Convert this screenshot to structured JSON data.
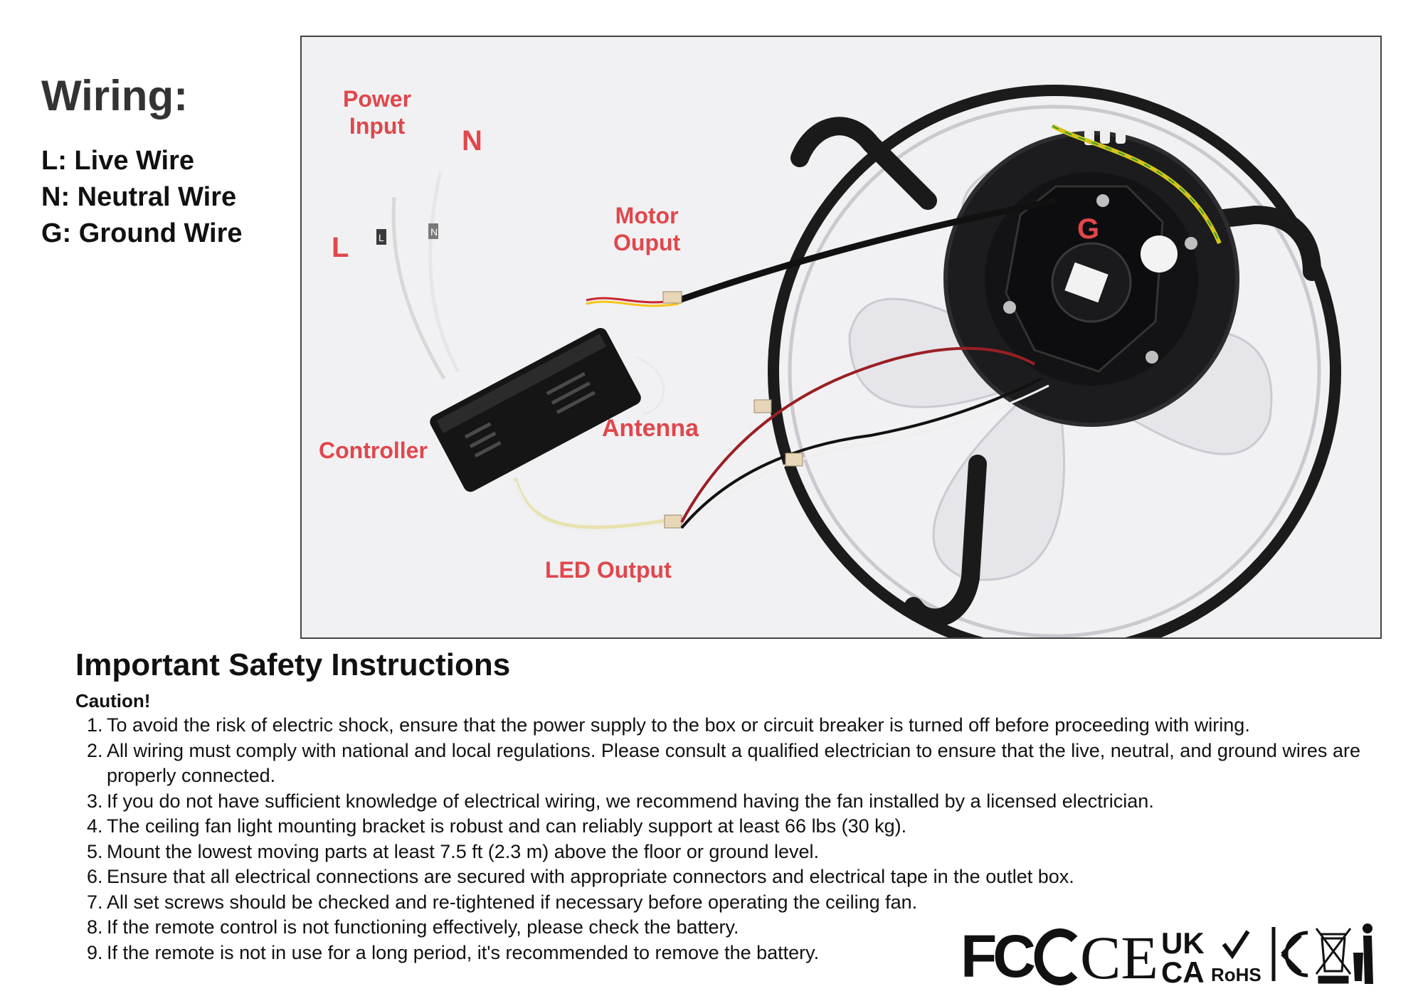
{
  "wiring": {
    "title": "Wiring:",
    "legend": [
      "L: Live Wire",
      "N: Neutral Wire",
      "G: Ground Wire"
    ]
  },
  "photo": {
    "callouts": {
      "power_input": [
        "Power",
        "Input"
      ],
      "n": "N",
      "l": "L",
      "motor_output": [
        "Motor",
        "Ouput"
      ],
      "g": "G",
      "antenna": "Antenna",
      "controller": "Controller",
      "led_output": "LED Output"
    },
    "tag_l": "L",
    "tag_n": "N",
    "label_color": "#e0474c"
  },
  "safety": {
    "title": "Important Safety Instructions",
    "caution": "Caution!",
    "items": [
      {
        "num": "1.",
        "text": "To avoid the risk of electric shock, ensure that the power supply to the box or circuit breaker is turned off before proceeding with wiring."
      },
      {
        "num": "2.",
        "text": "All wiring must comply with national and local regulations. Please consult a qualified electrician to ensure that the live, neutral, and ground wires are properly connected."
      },
      {
        "num": "3.",
        "text": "If you do not have sufficient knowledge of electrical wiring, we recommend having the fan installed by a licensed electrician."
      },
      {
        "num": "4.",
        "text": "The ceiling fan light mounting bracket is robust and can reliably support at least 66 lbs (30 kg)."
      },
      {
        "num": "5.",
        "text": "Mount the lowest moving parts at least 7.5 ft (2.3 m) above the floor or ground level."
      },
      {
        "num": "6.",
        "text": "Ensure that all electrical connections are secured with appropriate connectors and electrical tape in the outlet box."
      },
      {
        "num": "7.",
        "text": "All set screws should be checked and re-tightened if necessary before operating the ceiling fan."
      },
      {
        "num": "8.",
        "text": "If the remote control is not functioning effectively, please check the battery."
      },
      {
        "num": "9.",
        "text": "If the remote is not in use for a long period, it's recommended to remove the battery."
      }
    ]
  },
  "certifications": {
    "fcc": "FC",
    "ce": "CE",
    "ukca_top": "UK",
    "ukca_bottom": "CA",
    "rohs": "RoHS"
  }
}
